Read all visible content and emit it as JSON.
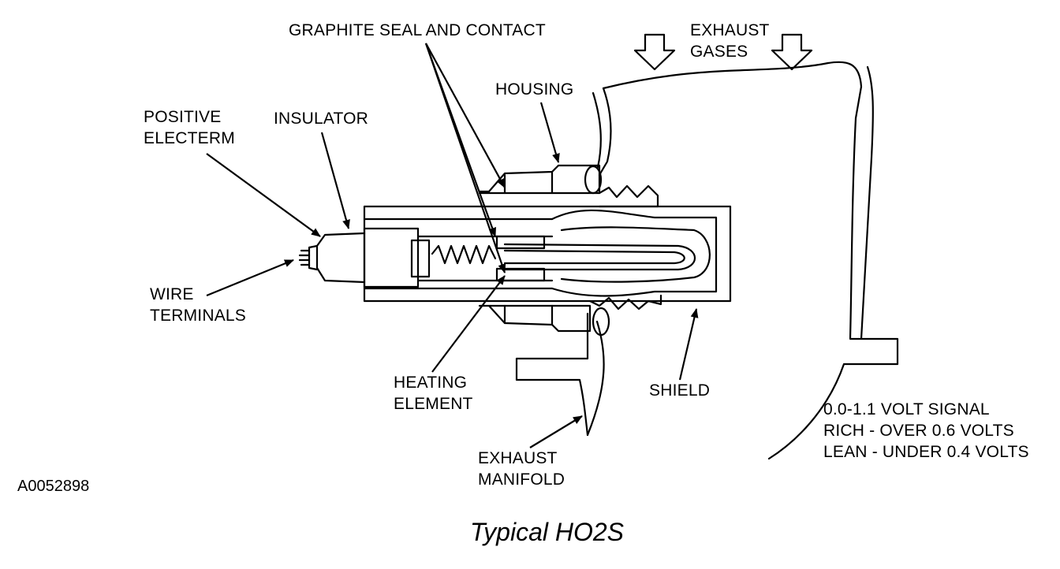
{
  "title": "Typical HO2S",
  "figure_id": "A0052898",
  "labels": {
    "graphite_seal": "GRAPHITE SEAL AND CONTACT",
    "exhaust_gases": [
      "EXHAUST",
      "GASES"
    ],
    "housing": "HOUSING",
    "positive_electerm": [
      "POSITIVE",
      "ELECTERM"
    ],
    "insulator": "INSULATOR",
    "wire_terminals": [
      "WIRE",
      "TERMINALS"
    ],
    "heating_element": [
      "HEATING",
      "ELEMENT"
    ],
    "shield": "SHIELD",
    "exhaust_manifold": [
      "EXHAUST",
      "MANIFOLD"
    ]
  },
  "signal_notes": [
    "0.0-1.1 VOLT SIGNAL",
    "RICH - OVER 0.6 VOLTS",
    "LEAN - UNDER 0.4 VOLTS"
  ],
  "icons": [
    "exhaust-flow-arrow-icon"
  ],
  "colors": {
    "ink": "#000000",
    "paper": "#ffffff"
  }
}
